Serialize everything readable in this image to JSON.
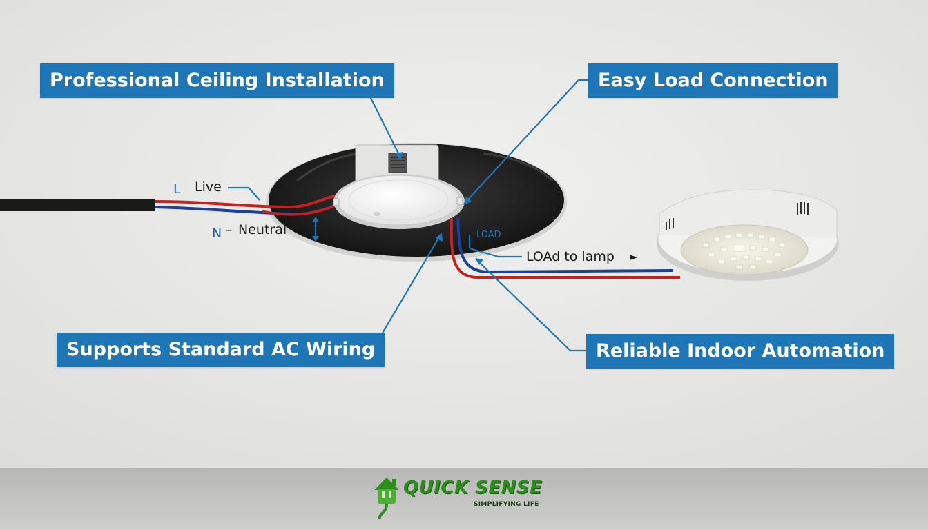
{
  "callouts": {
    "ceiling_installation": "Professional Ceiling Installation",
    "load_connection": "Easy Load Connection",
    "ac_wiring": "Supports Standard AC Wiring",
    "indoor_automation": "Reliable Indoor Automation"
  },
  "wires": {
    "live_letter": "L",
    "live_label": "Live",
    "neutral_letter": "N",
    "neutral_label": "Neutral",
    "load_tag": "LOAD",
    "load_to_lamp": "LOAd to lamp",
    "arrow_glyph": "►"
  },
  "brand": {
    "name": "QUICK SENSE",
    "tagline": "SIMPLIFYING LIFE"
  },
  "colors": {
    "callout_bg": "#1f76b6",
    "live_wire": "#c8201e",
    "neutral_wire": "#1c3f9a",
    "brand_green": "#2e8b1e"
  }
}
